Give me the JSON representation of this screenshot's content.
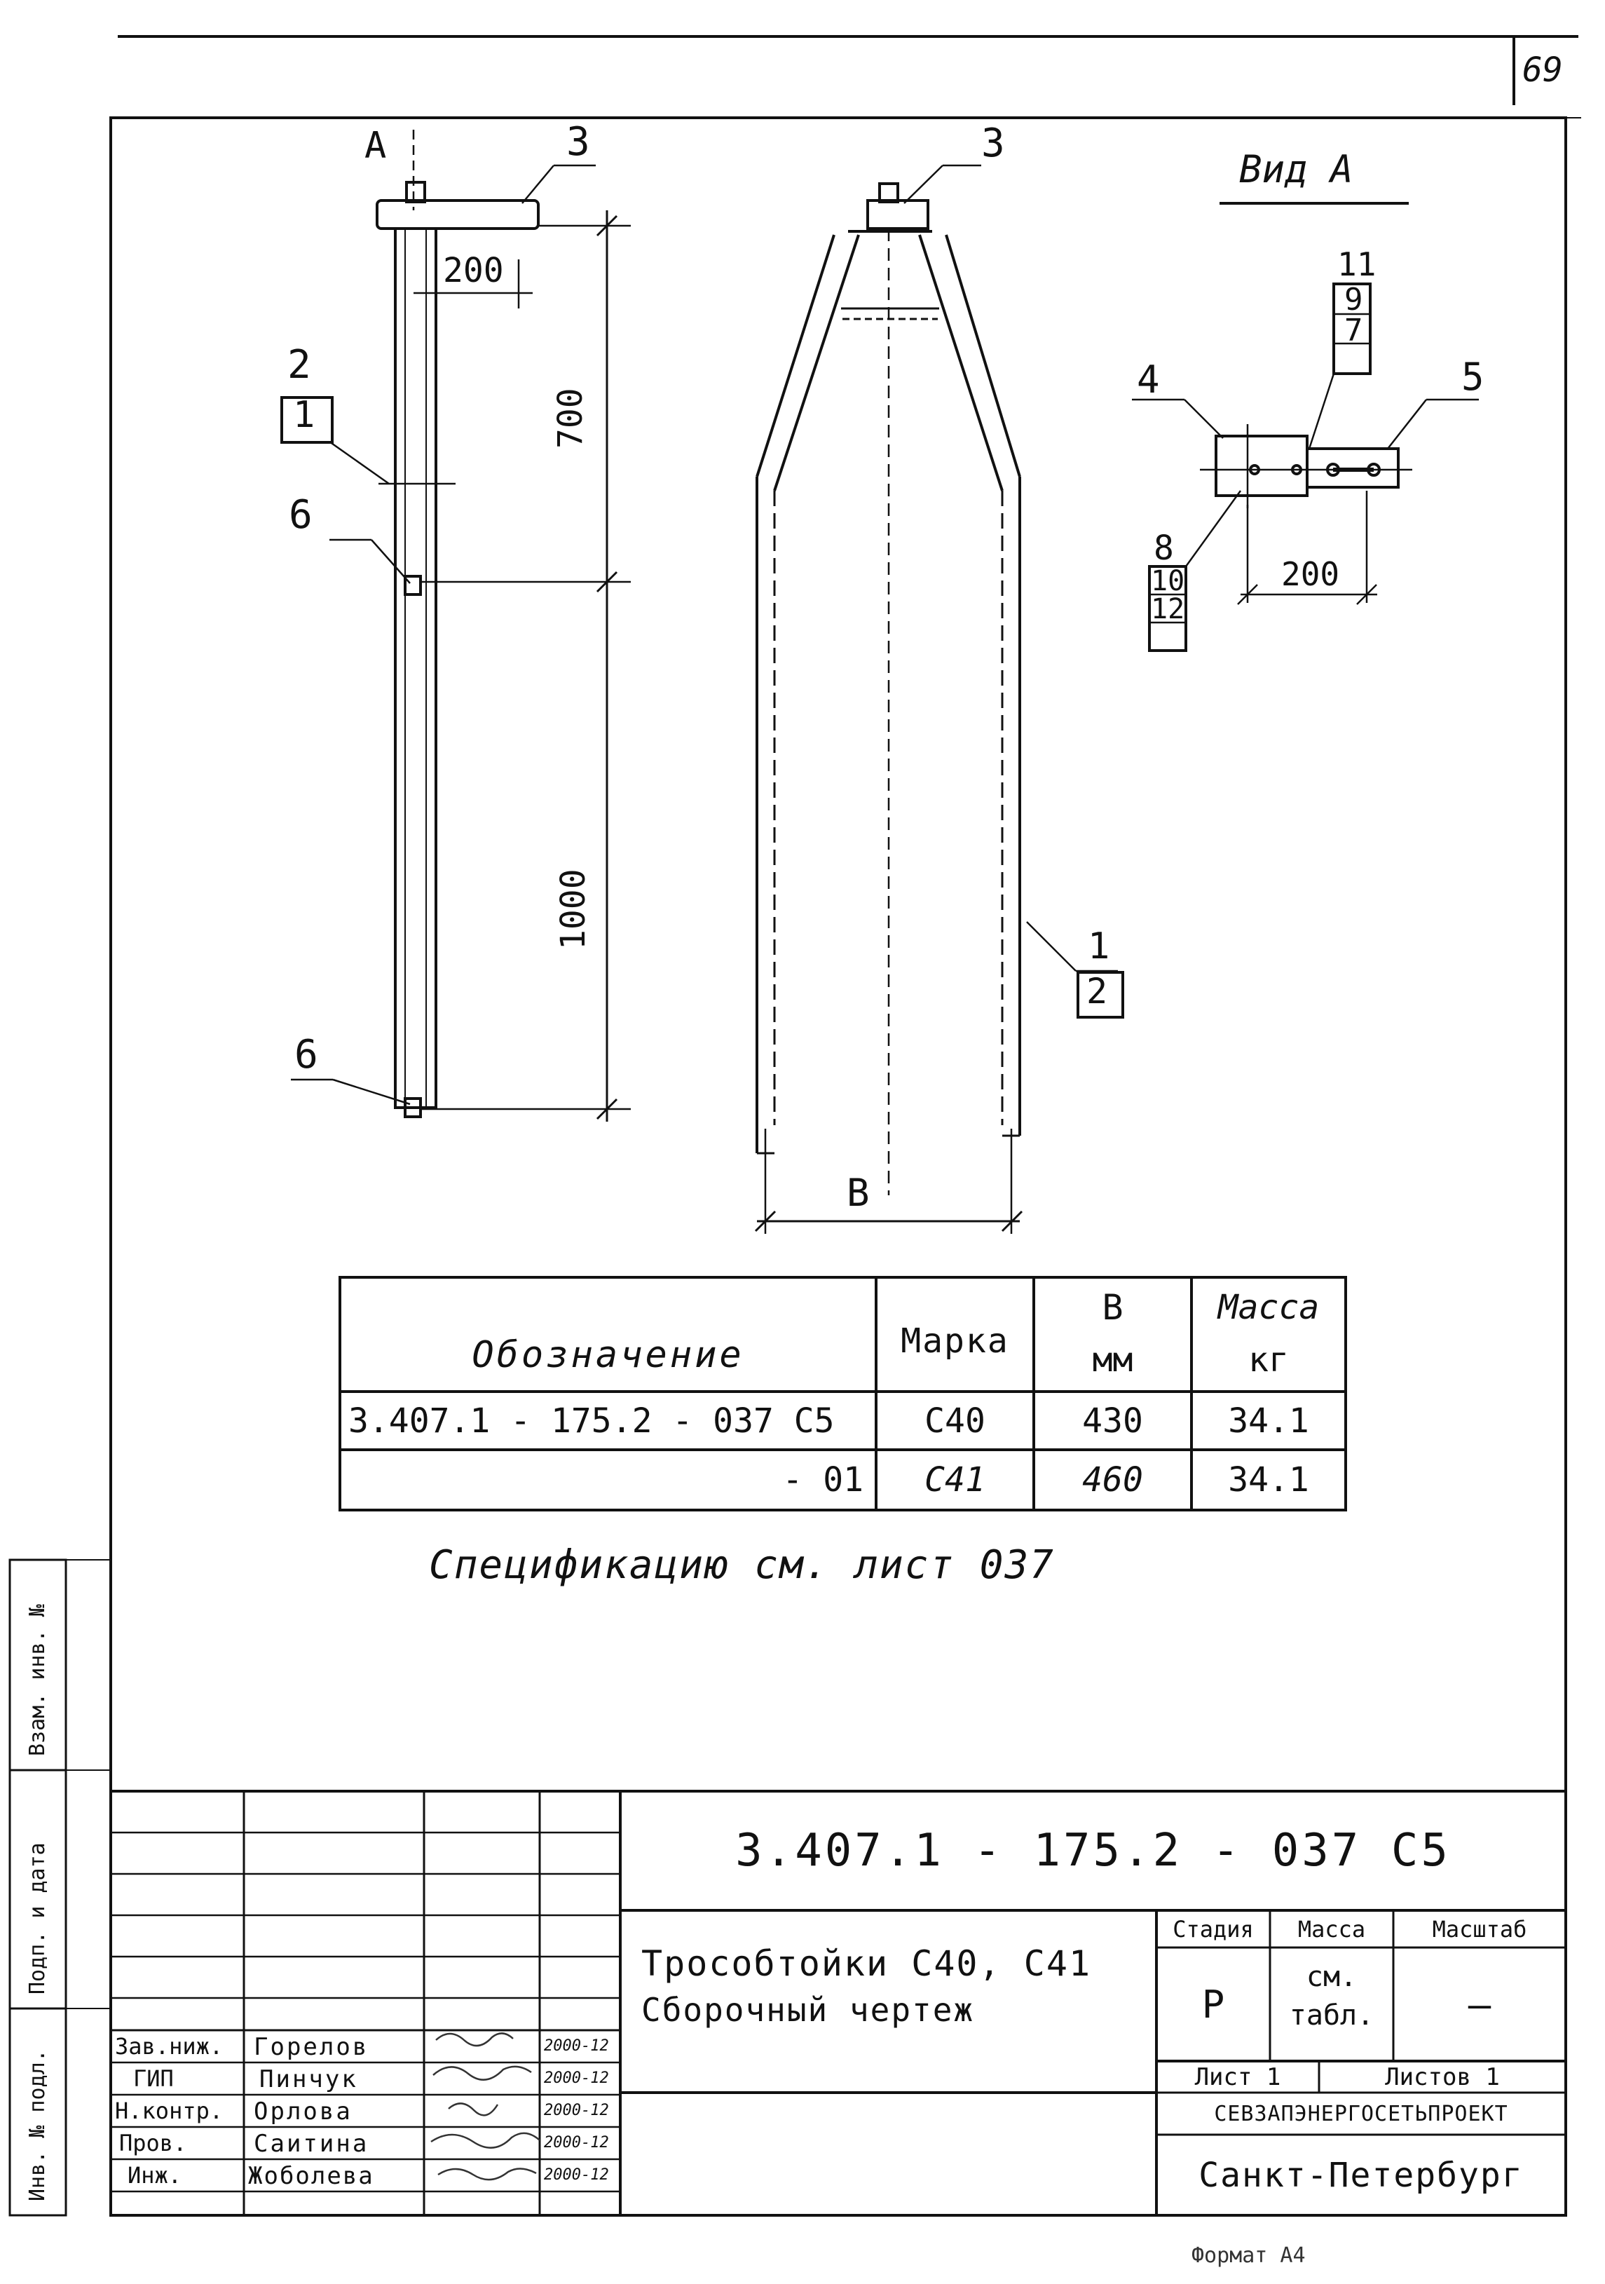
{
  "sheet_number": "69",
  "footer_note": "Формат А4",
  "drawing": {
    "view_a_title": "Вид А",
    "left_view": {
      "view_letter": "А",
      "callout_top": "3",
      "callout_pair": [
        "2",
        "1"
      ],
      "callout_6_upper": "6",
      "callout_6_lower": "6",
      "dim_200": "200",
      "dim_700": "700",
      "dim_1000": "1000"
    },
    "middle_view": {
      "callout_top": "3",
      "callout_pair": [
        "1",
        "2"
      ],
      "dim_b": "В"
    },
    "view_a": {
      "callout_stack_top": [
        "11",
        "9",
        "7"
      ],
      "callout_4": "4",
      "callout_5": "5",
      "callout_stack_bottom": [
        "8",
        "10",
        "12"
      ],
      "dim_200": "200"
    }
  },
  "table": {
    "headers": {
      "designation": "Обозначение",
      "mark": "Марка",
      "b_mm": [
        "В",
        "мм"
      ],
      "mass_kg": [
        "Масса",
        "кг"
      ]
    },
    "rows": [
      {
        "designation": "3.407.1 - 175.2 - 037 С5",
        "mark": "С40",
        "b": "430",
        "mass": "34.1"
      },
      {
        "designation": "- 01",
        "mark": "С41",
        "b": "460",
        "mass": "34.1"
      }
    ]
  },
  "spec_note": "Спецификацию см. лист 037",
  "title_block": {
    "doc_code": "3.407.1 - 175.2 - 037 С5",
    "title_lines": [
      "Трособтойки С40, С41",
      "Сборочный чертеж"
    ],
    "stage_header": "Стадия",
    "mass_header": "Масса",
    "scale_header": "Масштаб",
    "stage_value": "Р",
    "mass_value": [
      "см.",
      "табл."
    ],
    "scale_value": "—",
    "sheet_label": "Лист 1",
    "sheets_label": "Листов 1",
    "org_name": "СЕВЗАПЭНЕРГОСЕТЬПРОЕКТ",
    "city": "Санкт-Петербург",
    "staff": [
      {
        "role": "Зав.ниж.",
        "name": "Горелов",
        "date": "2000-12"
      },
      {
        "role": "ГИП",
        "name": "Пинчук",
        "date": "2000-12"
      },
      {
        "role": "Н.контр.",
        "name": "Орлова",
        "date": "2000-12"
      },
      {
        "role": "Пров.",
        "name": "Саитина",
        "date": "2000-12"
      },
      {
        "role": "Инж.",
        "name": "Жоболева",
        "date": "2000-12"
      }
    ]
  },
  "side_stamp": {
    "inv_no": "Инв. № подл.",
    "sign_date": "Подп. и дата",
    "replace_inv": "Взам. инв. №"
  }
}
